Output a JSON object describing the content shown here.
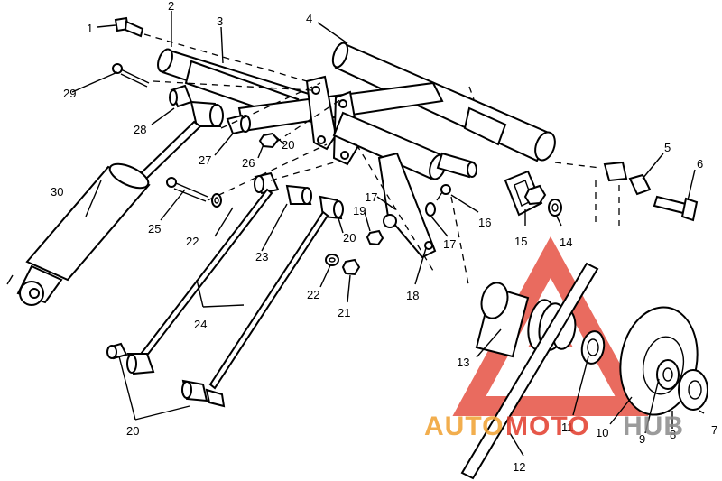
{
  "diagram": {
    "callouts": [
      "1",
      "2",
      "3",
      "4",
      "5",
      "6",
      "7",
      "8",
      "9",
      "10",
      "11",
      "12",
      "13",
      "14",
      "15",
      "16",
      "17",
      "17",
      "18",
      "19",
      "20",
      "20",
      "20",
      "21",
      "22",
      "22",
      "23",
      "24",
      "25",
      "26",
      "27",
      "28",
      "29",
      "30"
    ]
  },
  "watermark": {
    "text_left": "AUTO",
    "text_mid": "MOTO",
    "text_right": "HUB",
    "color_orange": "#f0a030",
    "color_red": "#e23a2a",
    "color_gray": "#8a8a8a"
  }
}
